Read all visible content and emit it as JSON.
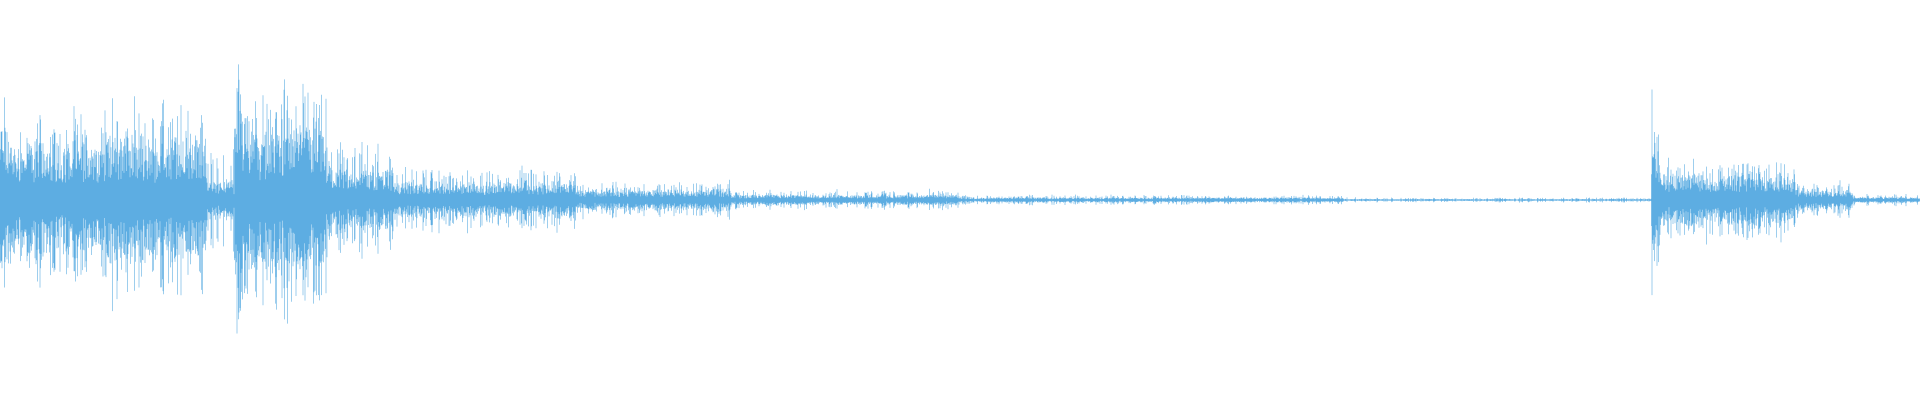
{
  "waveform": {
    "color": "#5dade2",
    "background": "#ffffff",
    "duration_fraction_segments": [
      {
        "start": 0.0,
        "end": 0.004,
        "peak": 0.55,
        "rms": 0.3,
        "note": "attack"
      },
      {
        "start": 0.004,
        "end": 0.055,
        "peak": 0.42,
        "rms": 0.22
      },
      {
        "start": 0.055,
        "end": 0.07,
        "peak": 0.5,
        "rms": 0.26
      },
      {
        "start": 0.07,
        "end": 0.108,
        "peak": 0.47,
        "rms": 0.24
      },
      {
        "start": 0.108,
        "end": 0.122,
        "peak": 0.25,
        "rms": 0.08
      },
      {
        "start": 0.122,
        "end": 0.126,
        "peak": 0.82,
        "rms": 0.45
      },
      {
        "start": 0.126,
        "end": 0.17,
        "peak": 0.58,
        "rms": 0.28
      },
      {
        "start": 0.17,
        "end": 0.205,
        "peak": 0.28,
        "rms": 0.12
      },
      {
        "start": 0.205,
        "end": 0.3,
        "peak": 0.16,
        "rms": 0.07
      },
      {
        "start": 0.3,
        "end": 0.38,
        "peak": 0.09,
        "rms": 0.04
      },
      {
        "start": 0.38,
        "end": 0.5,
        "peak": 0.05,
        "rms": 0.02
      },
      {
        "start": 0.5,
        "end": 0.7,
        "peak": 0.025,
        "rms": 0.01
      },
      {
        "start": 0.7,
        "end": 0.86,
        "peak": 0.012,
        "rms": 0.004
      },
      {
        "start": 0.86,
        "end": 0.864,
        "peak": 0.62,
        "rms": 0.3
      },
      {
        "start": 0.864,
        "end": 0.87,
        "peak": 0.25,
        "rms": 0.1
      },
      {
        "start": 0.87,
        "end": 0.935,
        "peak": 0.2,
        "rms": 0.1
      },
      {
        "start": 0.935,
        "end": 0.965,
        "peak": 0.09,
        "rms": 0.04
      },
      {
        "start": 0.965,
        "end": 1.0,
        "peak": 0.03,
        "rms": 0.012
      }
    ]
  }
}
